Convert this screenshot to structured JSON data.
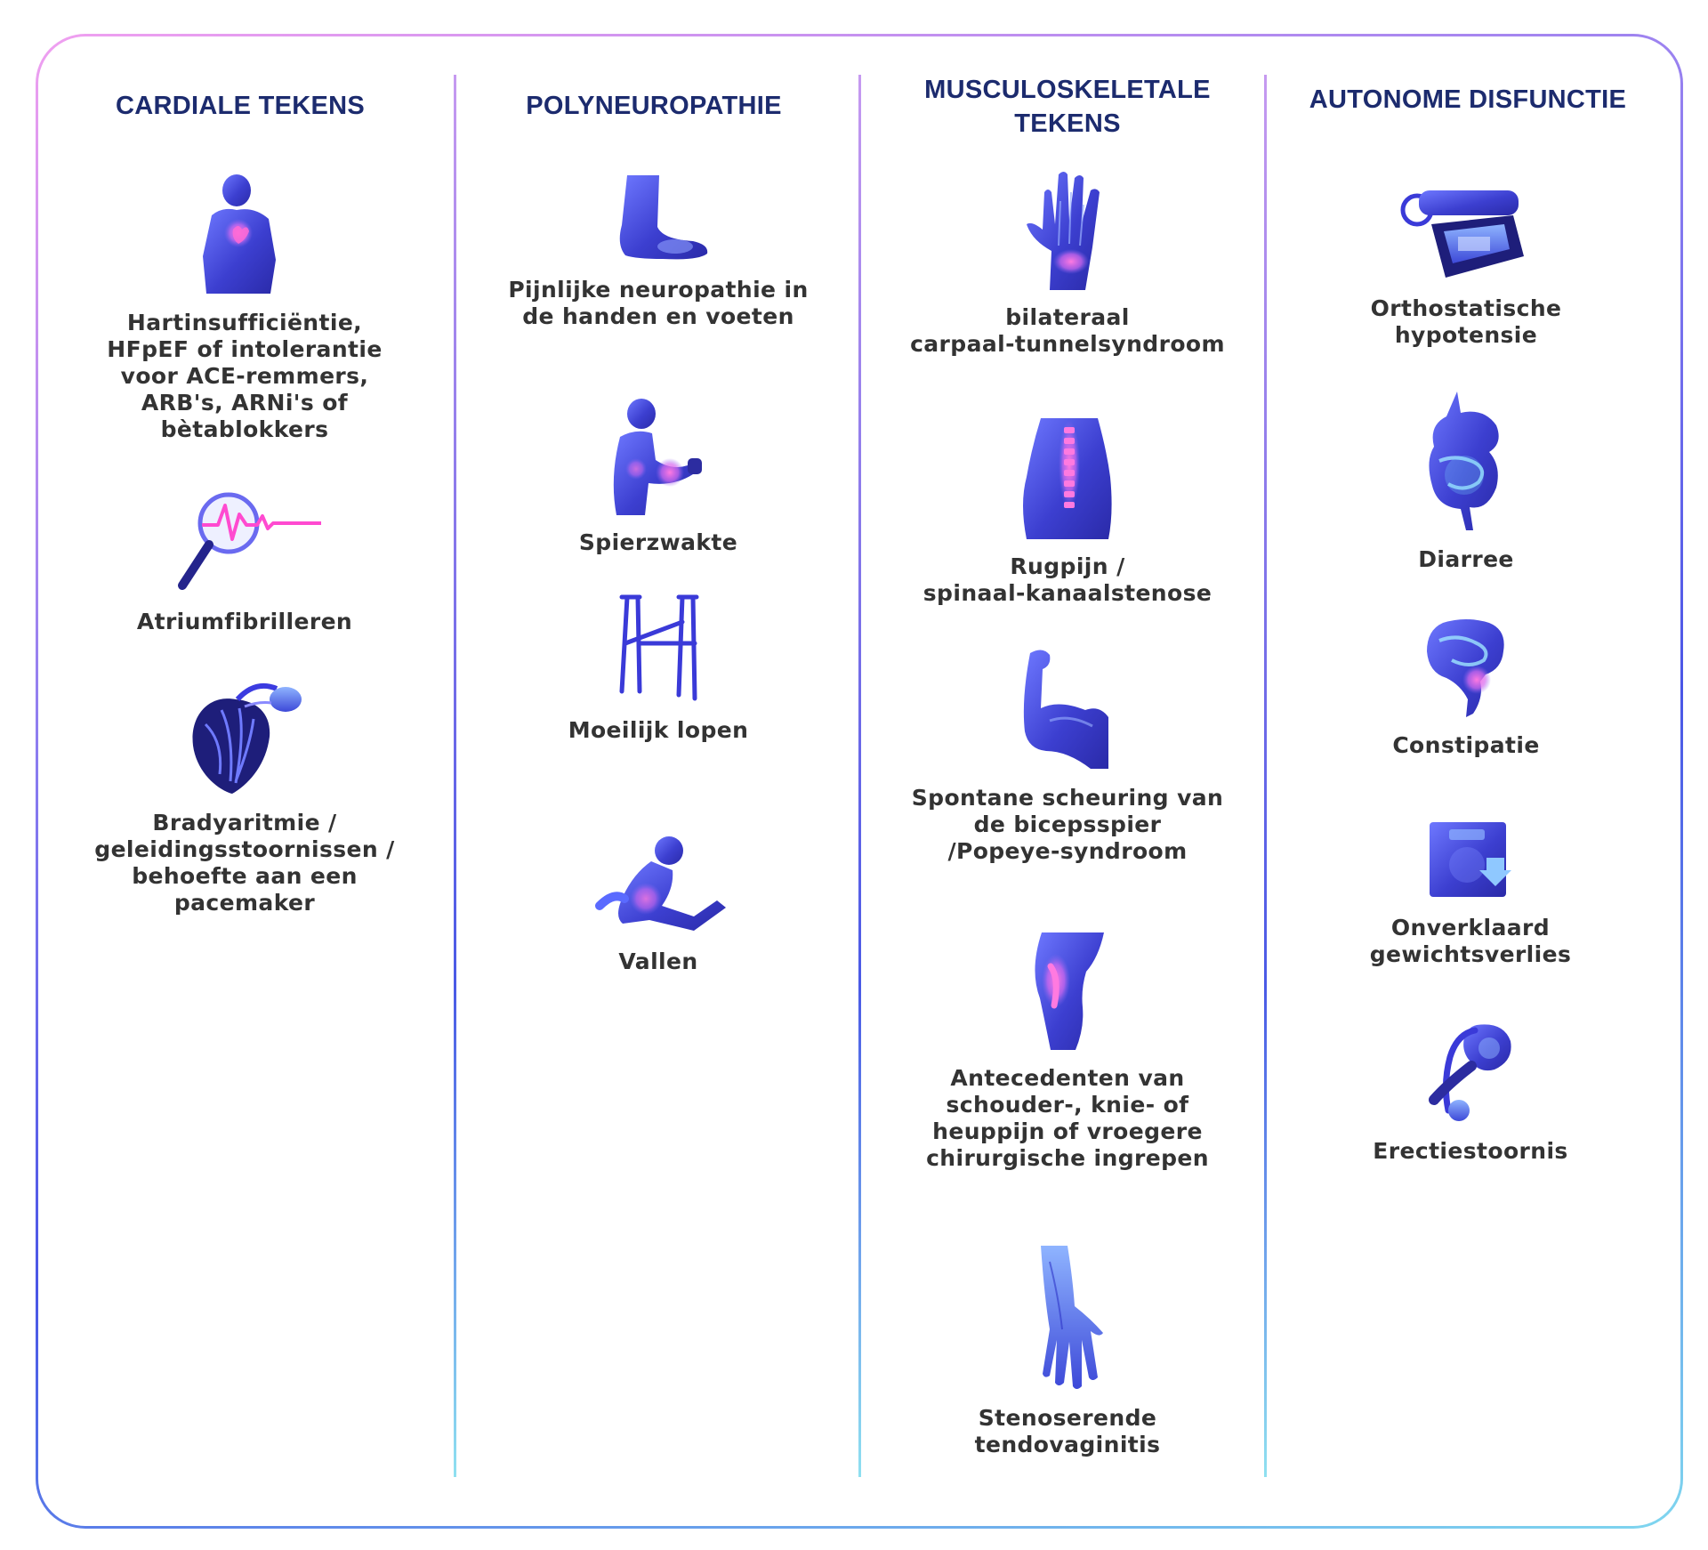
{
  "colors": {
    "heading": "#1c2b6e",
    "label": "#333333",
    "accent_pink": "#ff6ad5",
    "accent_blue": "#4a5ae6"
  },
  "columns": [
    {
      "title": "CARDIALE TEKENS",
      "items": [
        {
          "label": "Hartinsufficiëntie,\nHFpEF of intolerantie\nvoor ACE-remmers,\nARB's, ARNi's of\nbètablokkers",
          "icon": "heart-torso-icon"
        },
        {
          "label": "Atriumfibrilleren",
          "icon": "magnifier-ecg-icon"
        },
        {
          "label": "Bradyaritmie /\ngeleidingsstoornissen /\nbehoefte aan een\npacemaker",
          "icon": "heart-pacemaker-icon"
        }
      ]
    },
    {
      "title": "POLYNEUROPATHIE",
      "items": [
        {
          "label": "Pijnlijke neuropathie in\nde handen en voeten",
          "icon": "foot-icon"
        },
        {
          "label": "Spierzwakte",
          "icon": "weak-arm-icon"
        },
        {
          "label": "Moeilijk lopen",
          "icon": "walker-icon"
        },
        {
          "label": "Vallen",
          "icon": "fallen-person-icon"
        }
      ]
    },
    {
      "title": "MUSCULOSKELETALE\nTEKENS",
      "items": [
        {
          "label": "bilateraal\ncarpaal-tunnelsyndroom",
          "icon": "hand-icon"
        },
        {
          "label": "Rugpijn /\nspinaal-kanaalstenose",
          "icon": "spine-back-icon"
        },
        {
          "label": "Spontane scheuring van\nde bicepsspier\n/Popeye-syndroom",
          "icon": "biceps-icon"
        },
        {
          "label": "Antecedenten van\nschouder-, knie- of\nheuppijn of vroegere\nchirurgische ingrepen",
          "icon": "knee-icon"
        },
        {
          "label": "Stenoserende\ntendovaginitis",
          "icon": "trigger-finger-icon"
        }
      ]
    },
    {
      "title": "AUTONOME DISFUNCTIE",
      "items": [
        {
          "label": "Orthostatische\nhypotensie",
          "icon": "blood-pressure-monitor-icon"
        },
        {
          "label": "Diarree",
          "icon": "stomach-icon"
        },
        {
          "label": "Constipatie",
          "icon": "intestine-icon"
        },
        {
          "label": "Onverklaard\ngewichtsverlies",
          "icon": "scale-down-icon"
        },
        {
          "label": "Erectiestoornis",
          "icon": "urogenital-icon"
        }
      ]
    }
  ]
}
